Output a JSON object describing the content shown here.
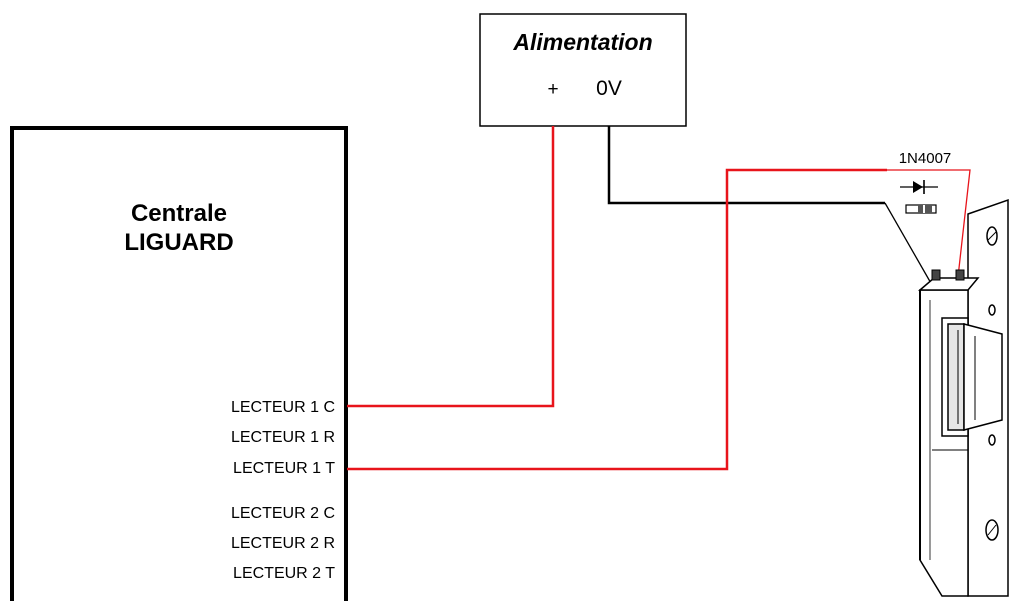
{
  "power_supply": {
    "title": "Alimentation",
    "plus_label": "+",
    "zero_label": "0V"
  },
  "controller": {
    "title_line1": "Centrale",
    "title_line2": "LIGUARD",
    "terminals": [
      "LECTEUR 1 C",
      "LECTEUR 1 R",
      "LECTEUR 1 T",
      "LECTEUR 2 C",
      "LECTEUR 2 R",
      "LECTEUR 2 T"
    ]
  },
  "diode": {
    "label": "1N4007"
  },
  "colors": {
    "positive_wire": "#e8141b",
    "ground_wire": "#000000",
    "outline": "#000000"
  }
}
